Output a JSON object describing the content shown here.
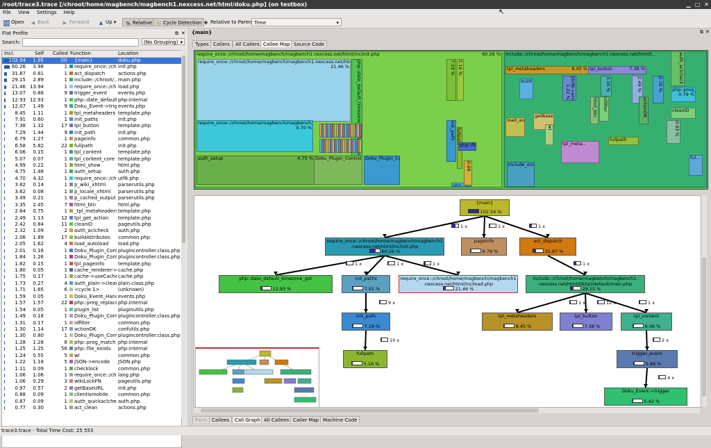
{
  "window": {
    "title": "/root/trace3.trace [/chroot/home/magbench/magbench1.nexcess.net/html/doku.php] (on testbox)"
  },
  "menu": [
    "File",
    "View",
    "Settings",
    "Help"
  ],
  "toolbar": {
    "open": "Open",
    "back": "Back",
    "forward": "Forward",
    "up": "Up",
    "relative": "Relative",
    "cycle": "Cycle Detection",
    "relparent": "Relative to Parent",
    "event": "Time"
  },
  "flat_profile": {
    "title": "Flat Profile",
    "search_label": "Search:",
    "grouping": "(No Grouping)",
    "columns": [
      "Incl.",
      "Self",
      "Called",
      "Function",
      "Location"
    ],
    "rows": [
      [
        "102.54",
        "1.95",
        "(0)",
        "{main}",
        "doku.php",
        "#3875d7"
      ],
      [
        "60.26",
        "3.98",
        "1",
        "require_once::/chroot/...",
        "init.php",
        "#1e8fa8"
      ],
      [
        "31.87",
        "0.81",
        "1",
        "act_dispatch",
        "actions.php",
        "#c07020"
      ],
      [
        "29.15",
        "2.89",
        "1",
        "include::/chroot/...",
        "main.php",
        "#3aa870"
      ],
      [
        "21.46",
        "13.94",
        "1",
        "require_once::/chroot/...",
        "load.php",
        "#90c8e8"
      ],
      [
        "13.07",
        "0.88",
        "9",
        "trigger_event",
        "events.php",
        "#5a70a0"
      ],
      [
        "12.93",
        "12.93",
        "1",
        "php::date_default_timezone_get",
        "php:internal",
        "#50c050"
      ],
      [
        "12.07",
        "1.49",
        "9",
        "Doku_Event->trigger",
        "events.php",
        "#30b070"
      ],
      [
        "8.45",
        "1.11",
        "1",
        "tpl_metaheaders",
        "template.php",
        "#b09020"
      ],
      [
        "7.91",
        "0.60",
        "1",
        "init_paths",
        "init.php",
        "#4a90b0"
      ],
      [
        "7.38",
        "1.32",
        "17",
        "tpl_button",
        "template.php",
        "#7070c0"
      ],
      [
        "7.29",
        "1.44",
        "9",
        "init_path",
        "init.php",
        "#3a80c0"
      ],
      [
        "6.79",
        "1.27",
        "1",
        "pageinfo",
        "common.php",
        "#c09060"
      ],
      [
        "6.58",
        "5.82",
        "22",
        "fullpath",
        "init.php",
        "#80b030"
      ],
      [
        "6.06",
        "0.15",
        "1",
        "tpl_content",
        "template.php",
        "#40a080"
      ],
      [
        "5.07",
        "0.07",
        "1",
        "tpl_content_core",
        "template.php",
        "#60b090"
      ],
      [
        "4.99",
        "0.22",
        "1",
        "html_show",
        "html.php",
        "#a0a040"
      ],
      [
        "4.75",
        "1.48",
        "1",
        "auth_setup",
        "auth.php",
        "#50a050"
      ],
      [
        "4.70",
        "4.32",
        "1",
        "require_once::/chroot/...",
        "utf8.php",
        "#40c0d0"
      ],
      [
        "3.82",
        "0.14",
        "1",
        "p_wiki_xhtml",
        "parserutils.php",
        "#8080a0"
      ],
      [
        "3.62",
        "0.08",
        "1",
        "p_locale_xhtml",
        "parserutils.php",
        "#80a080"
      ],
      [
        "3.49",
        "0.21",
        "1",
        "p_cached_output",
        "parserutils.php",
        "#a08080"
      ],
      [
        "3.35",
        "2.45",
        "7",
        "html_btn",
        "html.php",
        "#a060a0"
      ],
      [
        "2.84",
        "0.75",
        "1",
        "_tpl_metaheaders_action",
        "template.php",
        "#b0a040"
      ],
      [
        "2.49",
        "1.13",
        "12",
        "tpl_get_action",
        "template.php",
        "#6080c0"
      ],
      [
        "2.42",
        "0.84",
        "11",
        "cleanID",
        "pageutils.php",
        "#60c060"
      ],
      [
        "2.32",
        "1.09",
        "2",
        "auth_aclcheck",
        "auth.php",
        "#c0a040"
      ],
      [
        "2.06",
        "1.89",
        "17",
        "buildAttributes",
        "common.php",
        "#80c040"
      ],
      [
        "2.05",
        "1.62",
        "4",
        "load_autoload",
        "load.php",
        "#c08040"
      ],
      [
        "2.01",
        "0.16",
        "1",
        "Doku_Plugin_Controller->...",
        "plugincontroller.class.php",
        "#4080a0"
      ],
      [
        "1.84",
        "1.26",
        "1",
        "Doku_Plugin_Controller->...",
        "plugincontroller.class.php",
        "#a04080"
      ],
      [
        "1.82",
        "0.15",
        "1",
        "tpl_pageinfo",
        "template.php",
        "#c06040"
      ],
      [
        "1.80",
        "0.05",
        "1",
        "cache_renderer->useCache",
        "cache.php",
        "#6060a0"
      ],
      [
        "1.75",
        "0.17",
        "1",
        "cache->useCache",
        "cache.php",
        "#a0a060"
      ],
      [
        "1.73",
        "0.27",
        "4",
        "auth_plain->cleanUser",
        "plain.class.php",
        "#60a0a0"
      ],
      [
        "1.71",
        "1.65",
        "6",
        "<cycle 1>",
        "(unknown)",
        "#a0c0a0"
      ],
      [
        "1.59",
        "0.05",
        "1",
        "Doku_Event_Handler->...",
        "events.php",
        "#c0c060"
      ],
      [
        "1.57",
        "1.57",
        "22",
        "php::preg_replace",
        "php:internal",
        "#c04060"
      ],
      [
        "1.54",
        "0.05",
        "1",
        "plugin_list",
        "pluginutils.php",
        "#60c0a0"
      ],
      [
        "1.49",
        "0.18",
        "1",
        "Doku_Plugin_Controller->...",
        "plugincontroller.class.php",
        "#a0a0c0"
      ],
      [
        "1.31",
        "0.17",
        "1",
        "idfilter",
        "common.php",
        "#c0a0a0"
      ],
      [
        "1.30",
        "1.14",
        "17",
        "actionOK",
        "confutils.php",
        "#80a0c0"
      ],
      [
        "1.30",
        "0.80",
        "1",
        "Doku_Plugin_Controller->...",
        "plugincontroller.class.php",
        "#c0c0a0"
      ],
      [
        "1.28",
        "1.28",
        "8",
        "php::preg_match",
        "php:internal",
        "#a0c060"
      ],
      [
        "1.25",
        "1.25",
        "56",
        "php::file_exists",
        "php:internal",
        "#6080a0"
      ],
      [
        "1.24",
        "0.55",
        "5",
        "wl",
        "common.php",
        "#c0a060"
      ],
      [
        "1.22",
        "1.18",
        "5",
        "JSON->encode",
        "JSON.php",
        "#a060c0"
      ],
      [
        "1.11",
        "0.09",
        "1",
        "checklock",
        "common.php",
        "#60a060"
      ],
      [
        "1.06",
        "1.06",
        "1",
        "require_once::/chroot/...",
        "lang.php",
        "#a0a0a0"
      ],
      [
        "1.06",
        "0.29",
        "3",
        "wikiLockFN",
        "pageutils.php",
        "#c08080"
      ],
      [
        "0.97",
        "0.57",
        "2",
        "getBaseURL",
        "init.php",
        "#8080c0"
      ],
      [
        "0.88",
        "0.09",
        "1",
        "clientismobile",
        "common.php",
        "#80c080"
      ],
      [
        "0.87",
        "0.09",
        "1",
        "auth_quickaclcheck",
        "auth.php",
        "#c0c080"
      ],
      [
        "0.77",
        "0.30",
        "1",
        "act_clean",
        "actions.php",
        "#a0a080"
      ]
    ]
  },
  "panel": {
    "title": "{main}",
    "top_tabs": [
      "Types",
      "Callers",
      "All Callers",
      "Callee Map",
      "Source Code"
    ],
    "bottom_tabs": [
      "Parts",
      "Callees",
      "Call Graph",
      "All Callees",
      "Caller Map",
      "Machine Code"
    ]
  },
  "treemap": {
    "blocks": [
      {
        "label": "require_once::/chroot/home/magbench/magbench1.nexcess.net/html/inc/init.php",
        "value": "60.26 %"
      },
      {
        "label": "require_once::/chroot/home/magbench/magbench1.nexcess.net/html/inc/load.php",
        "value": "21.46 %"
      },
      {
        "label": "require_once::/chroot/home/magbench/magbench1.nexcess.net/html/inc/utf8.php",
        "value": "4.70 %"
      },
      {
        "label": "auth_setup",
        "value": "4.75 %"
      },
      {
        "label": "php::date_default_timezone_get",
        "value": "12.93 %"
      },
      {
        "label": "Doku_Plugin_Controller->populateMasterList",
        "value": ""
      },
      {
        "label": "Doku_Plugin_Controller->...",
        "value": ""
      },
      {
        "label": "include::/chroot/home/magbench/magbench1.nexcess.net/html/l...",
        "value": ""
      },
      {
        "label": "tpl_metaheaders",
        "value": "8.45 %"
      },
      {
        "label": "tpl_button",
        "value": "7.38 %"
      },
      {
        "label": "tpl_meta...",
        "value": ""
      },
      {
        "label": "fullpath",
        "value": ""
      },
      {
        "label": "php::preg_match",
        "value": "0.79 %"
      },
      {
        "label": "cleanID",
        "value": ""
      },
      {
        "label": "auth_aclcheck",
        "value": ""
      },
      {
        "label": "7.29 %",
        "value": ""
      },
      {
        "label": "5.16 %",
        "value": ""
      },
      {
        "label": "init_path",
        "value": ""
      },
      {
        "label": "fullpath",
        "value": ""
      },
      {
        "label": "php::fil...",
        "value": ""
      },
      {
        "label": "load_autoload",
        "value": ""
      },
      {
        "label": "build Attributes",
        "value": ""
      },
      {
        "label": "JSON->encode",
        "value": "1.22 %"
      },
      {
        "label": "idfilter",
        "value": ""
      },
      {
        "label": "3.35 %",
        "value": ""
      },
      {
        "label": "2.49 %",
        "value": ""
      },
      {
        "label": "0.70 %",
        "value": ""
      },
      {
        "label": "0.93 %",
        "value": ""
      },
      {
        "label": "html_btn",
        "value": ""
      },
      {
        "label": "actionOK",
        "value": ""
      },
      {
        "label": "getBase URL",
        "value": ""
      },
      {
        "label": "wl",
        "value": ""
      },
      {
        "label": "include_once::/chroot/home/magbench/...",
        "value": ""
      },
      {
        "label": "php::str_replace",
        "value": ""
      },
      {
        "label": "ful...",
        "value": ""
      },
      {
        "label": "0.68",
        "value": ""
      }
    ]
  },
  "callgraph": {
    "nodes": [
      {
        "label": "{main}",
        "value": "102.54 %",
        "color": "#b8b82a",
        "fill": 100
      },
      {
        "label": "require_once::/chroot/home/magbench/magbench1 .nexcess.net/html/inc/init.php",
        "value": "60.26 %",
        "color": "#2a9ab0",
        "fill": 60
      },
      {
        "label": "pageinfo",
        "value": "6.79 %",
        "color": "#c09060",
        "fill": 10
      },
      {
        "label": "act_dispatch",
        "value": "31.87 %",
        "color": "#d07a10",
        "fill": 32
      },
      {
        "label": "php::date_default_timezone_get",
        "value": "12.93 %",
        "color": "#44c244",
        "fill": 13
      },
      {
        "label": "init_paths",
        "value": "7.91 %",
        "color": "#5aa0c0",
        "fill": 10
      },
      {
        "label": "require_once::/chroot/home/magbench/magbench1 .nexcess.net/html/inc/load.php",
        "value": "21.46 %",
        "color": "#b4d8f0",
        "fill": 22
      },
      {
        "label": "include::/chroot/home/magbench/magbench1. nexcess.net/html/lib/tpl/default/main.php",
        "value": "29.15 %",
        "color": "#3ab07a",
        "fill": 29
      },
      {
        "label": "init_path",
        "value": "7.29 %",
        "color": "#3a8ad0",
        "fill": 10
      },
      {
        "label": "fullpath",
        "value": "5.16 %",
        "color": "#8ab630",
        "fill": 8
      },
      {
        "label": "tpl_metaheaders",
        "value": "8.45 %",
        "color": "#b89228",
        "fill": 10
      },
      {
        "label": "tpl_button",
        "value": "7.38 %",
        "color": "#8080d0",
        "fill": 10
      },
      {
        "label": "tpl_content",
        "value": "6.06 %",
        "color": "#40b090",
        "fill": 9
      },
      {
        "label": "trigger_event",
        "value": "5.88 %",
        "color": "#5a7ab0",
        "fill": 9
      },
      {
        "label": "Doku_Event->trigger",
        "value": "5.42 %",
        "color": "#30c070",
        "fill": 8
      }
    ],
    "edges": [
      {
        "label": "1 x",
        "fill": 60
      },
      {
        "label": "1 x",
        "fill": 10
      },
      {
        "label": "1 x",
        "fill": 32
      },
      {
        "label": "1 x",
        "fill": 13
      },
      {
        "label": "1 x",
        "fill": 10
      },
      {
        "label": "1 x",
        "fill": 22
      },
      {
        "label": "1 x",
        "fill": 29
      },
      {
        "label": "9 x",
        "fill": 10
      },
      {
        "label": "10 x",
        "fill": 8
      },
      {
        "label": "1 x",
        "fill": 10
      },
      {
        "label": "12 x",
        "fill": 10
      },
      {
        "label": "1 x",
        "fill": 9
      },
      {
        "label": "2 x",
        "fill": 9
      },
      {
        "label": "4 x",
        "fill": 8
      }
    ]
  },
  "status": "trace3.trace - Total Time Cost: 25 553"
}
